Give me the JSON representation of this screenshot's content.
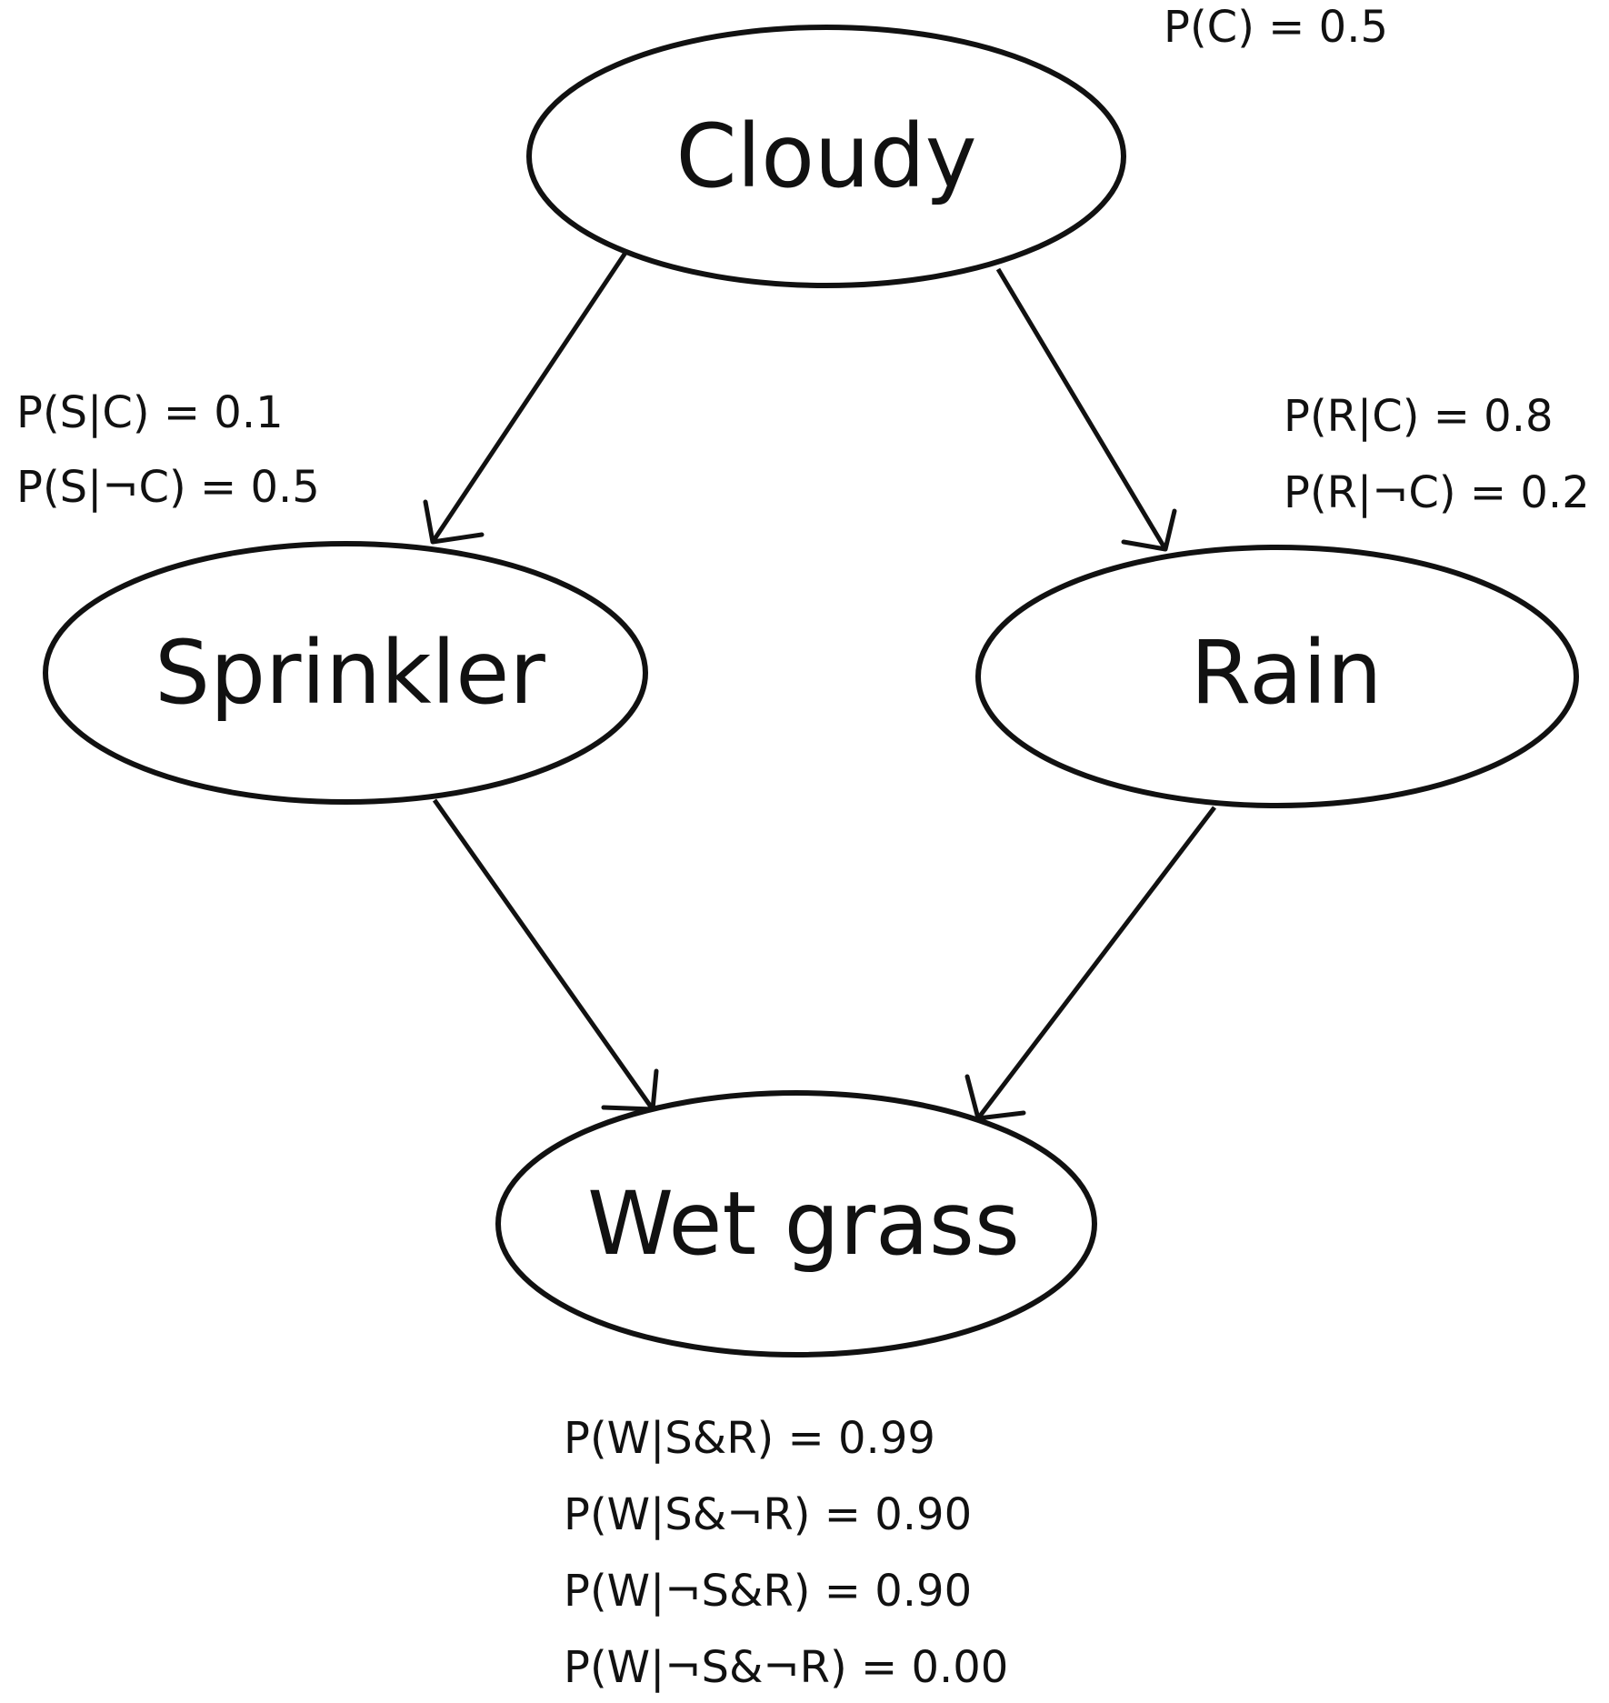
{
  "nodes": {
    "cloudy": {
      "label": "Cloudy"
    },
    "sprinkler": {
      "label": "Sprinkler"
    },
    "rain": {
      "label": "Rain"
    },
    "wet_grass": {
      "label": "Wet grass"
    }
  },
  "edges": [
    {
      "from": "Cloudy",
      "to": "Sprinkler"
    },
    {
      "from": "Cloudy",
      "to": "Rain"
    },
    {
      "from": "Sprinkler",
      "to": "Wet grass"
    },
    {
      "from": "Rain",
      "to": "Wet grass"
    }
  ],
  "probabilities": {
    "cloudy": [
      "P(C) = 0.5"
    ],
    "sprinkler": [
      "P(S|C) = 0.1",
      "P(S|¬C) = 0.5"
    ],
    "rain": [
      "P(R|C) = 0.8",
      "P(R|¬C) = 0.2"
    ],
    "wet_grass": [
      "P(W|S&R) = 0.99",
      "P(W|S&¬R) = 0.90",
      "P(W|¬S&R) = 0.90",
      "P(W|¬S&¬R) = 0.00"
    ]
  },
  "colors": {
    "stroke": "#111111",
    "background": "#ffffff"
  }
}
